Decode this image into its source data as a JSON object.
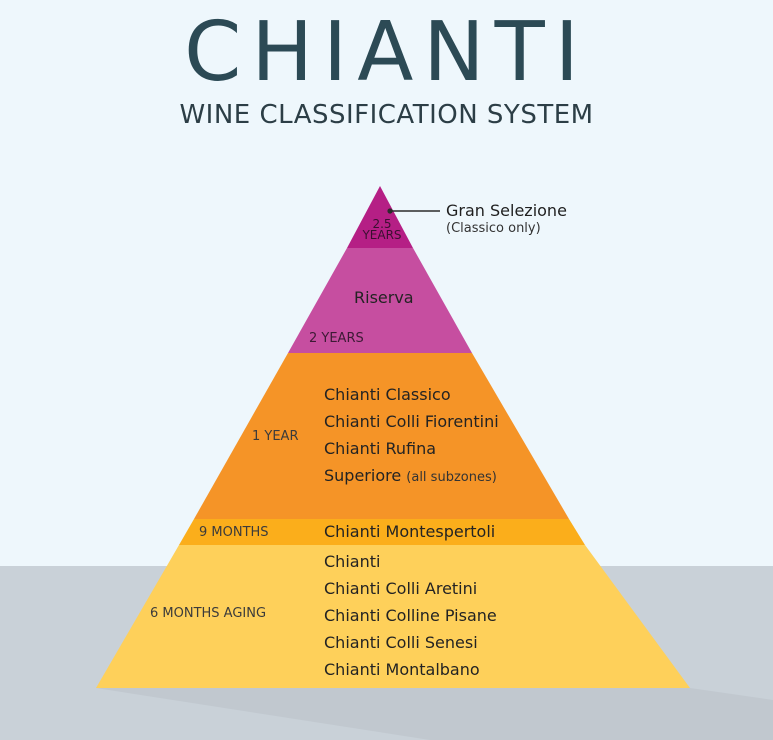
{
  "header": {
    "title": "CHIANTI",
    "subtitle": "WINE CLASSIFICATION SYSTEM"
  },
  "colors": {
    "background": "#eef7fc",
    "floor": "#c9d1d8",
    "tier_gran_selezione": "#b51f85",
    "tier_riserva": "#c64ea0",
    "tier_one_year": "#f59427",
    "tier_nine_months": "#fbae1b",
    "tier_six_months": "#fed05a",
    "title": "#2c4a55"
  },
  "tiers": {
    "gran_selezione": {
      "aging_line1": "2.5",
      "aging_line2": "YEARS",
      "name": "Gran Selezione",
      "note": "(Classico only)"
    },
    "riserva": {
      "aging": "2 YEARS",
      "name": "Riserva"
    },
    "one_year": {
      "aging": "1 YEAR",
      "wines": [
        "Chianti Classico",
        "Chianti Colli Fiorentini",
        "Chianti Rufina"
      ],
      "superiore": "Superiore",
      "superiore_note": "(all subzones)"
    },
    "nine_months": {
      "aging": "9 MONTHS",
      "name": "Chianti Montespertoli"
    },
    "six_months": {
      "aging": "6 MONTHS AGING",
      "wines": [
        "Chianti",
        "Chianti Colli Aretini",
        "Chianti Colline Pisane",
        "Chianti Colli Senesi",
        "Chianti Montalbano"
      ]
    }
  }
}
